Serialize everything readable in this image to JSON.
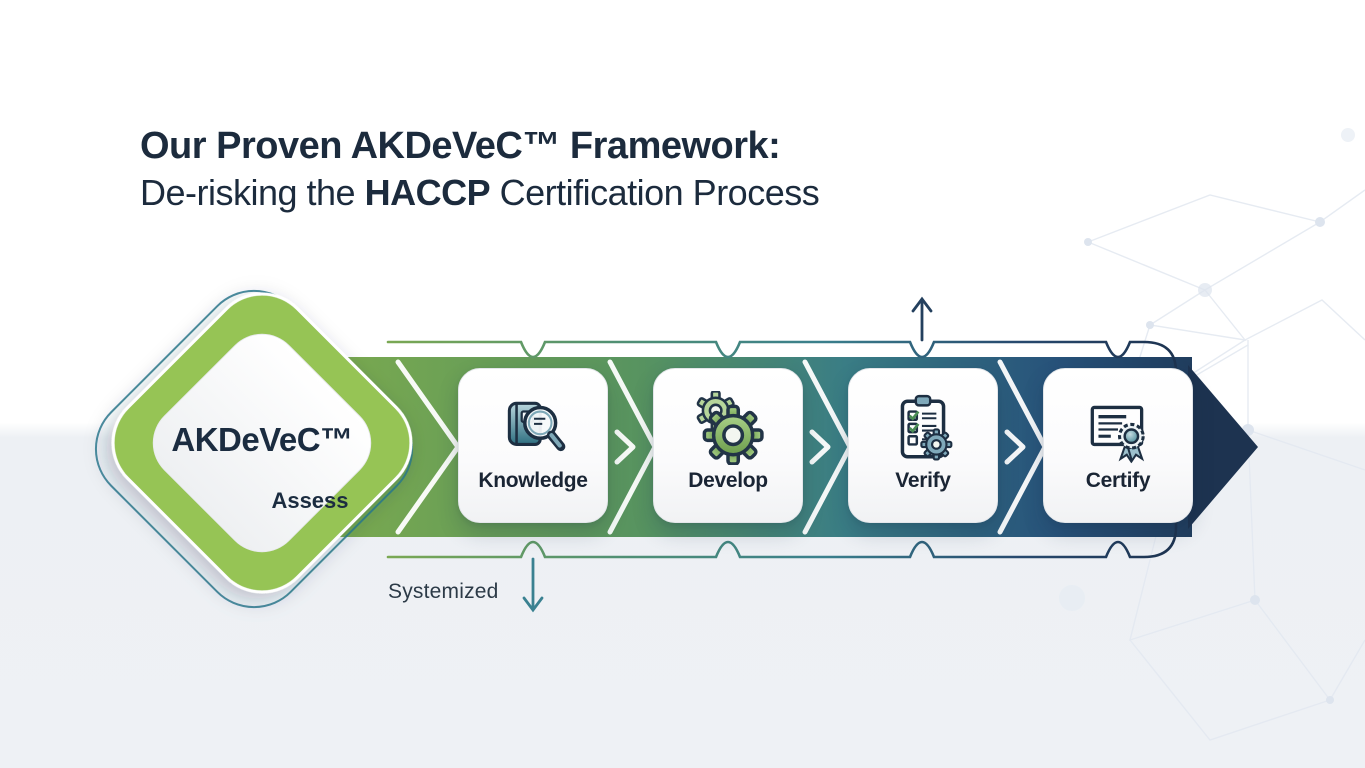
{
  "title": {
    "line1": "Our Proven AKDeVeC™ Framework:",
    "line2_pre": "De-risking the ",
    "line2_bold": "HACCP",
    "line2_post": " Certification Process"
  },
  "diamond": {
    "brand": "AKDeVeC™",
    "step_label": "Assess",
    "icon": "rounded-diamond-shape"
  },
  "steps": [
    {
      "label": "Knowledge",
      "icon": "book-magnifier-icon"
    },
    {
      "label": "Develop",
      "icon": "gears-icon"
    },
    {
      "label": "Verify",
      "icon": "clipboard-checklist-gear-icon"
    },
    {
      "label": "Certify",
      "icon": "certificate-ribbon-icon"
    }
  ],
  "annotations": {
    "systemized_label": "Systemized",
    "up_arrow_icon": "arrow-up-icon",
    "down_arrow_icon": "arrow-down-icon"
  },
  "colors": {
    "accent_green": "#7fb254",
    "accent_teal": "#3a7f8e",
    "accent_navy": "#1d3350",
    "text_navy": "#1c2b3d",
    "background_top": "#ffffff",
    "background_bottom": "#eef1f5"
  }
}
